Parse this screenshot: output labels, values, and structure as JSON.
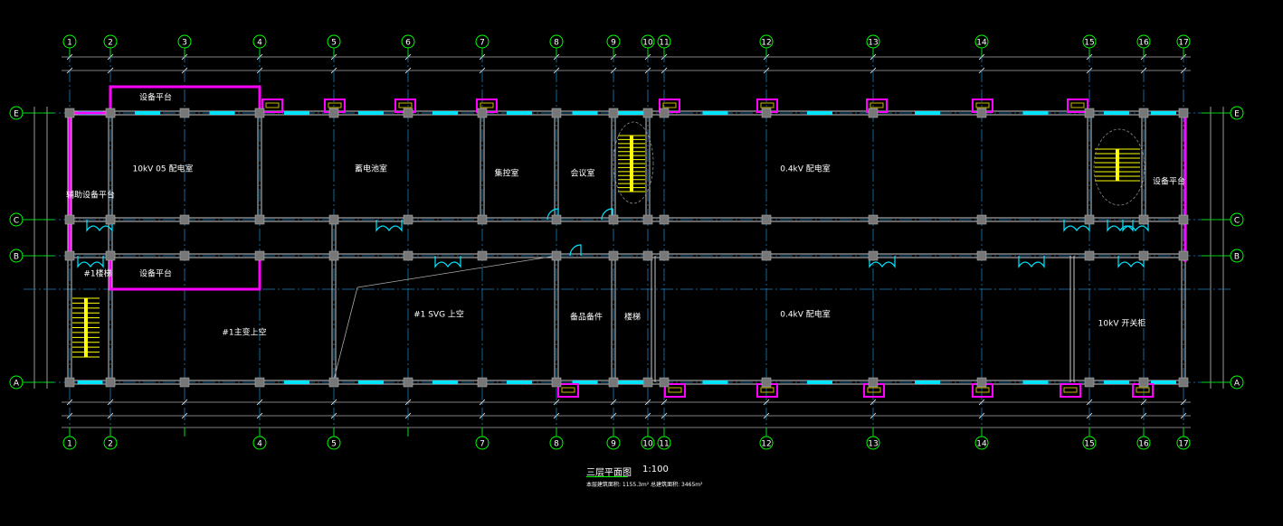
{
  "drawing": {
    "title": "三层平面图",
    "scale": "1:100",
    "subtitle": "本层建筑面积: 1155.3m²  总建筑面积: 3465m²"
  },
  "axes": {
    "columns": [
      "1",
      "2",
      "3",
      "4",
      "5",
      "6",
      "7",
      "8",
      "9",
      "10",
      "11",
      "12",
      "13",
      "14",
      "15",
      "16",
      "17"
    ],
    "columns_bottom": [
      "1",
      "2",
      "4",
      "5",
      "7",
      "8",
      "9",
      "10",
      "11",
      "12",
      "13",
      "14",
      "15",
      "16",
      "17"
    ],
    "rows": [
      "E",
      "C",
      "B",
      "A"
    ]
  },
  "rooms": {
    "platform_top": "设备平台",
    "dist_room_10kv": "10kV 05 配电室",
    "aux_platform": "辅助设备平台",
    "platform_bottom": "设备平台",
    "stair_1": "#1楼梯",
    "transformer_void": "#1主变上空",
    "battery_room": "蓄电池室",
    "svg_void": "#1 SVG 上空",
    "control_room": "集控室",
    "meeting_room": "会议室",
    "spare_parts": "备品备件",
    "stair": "楼梯",
    "dist_room_04kv_top": "0.4kV 配电室",
    "dist_room_04kv_bottom": "0.4kV 配电室",
    "switchgear_10kv": "10kV 开关柜",
    "platform_right": "设备平台"
  },
  "colors": {
    "grid": "#1a7fc0",
    "wall": "#c8c8c8",
    "bubble": "#00ff00",
    "window": "#00e5ff",
    "ac_unit": "#ff00ff",
    "stair": "#ffff00"
  }
}
